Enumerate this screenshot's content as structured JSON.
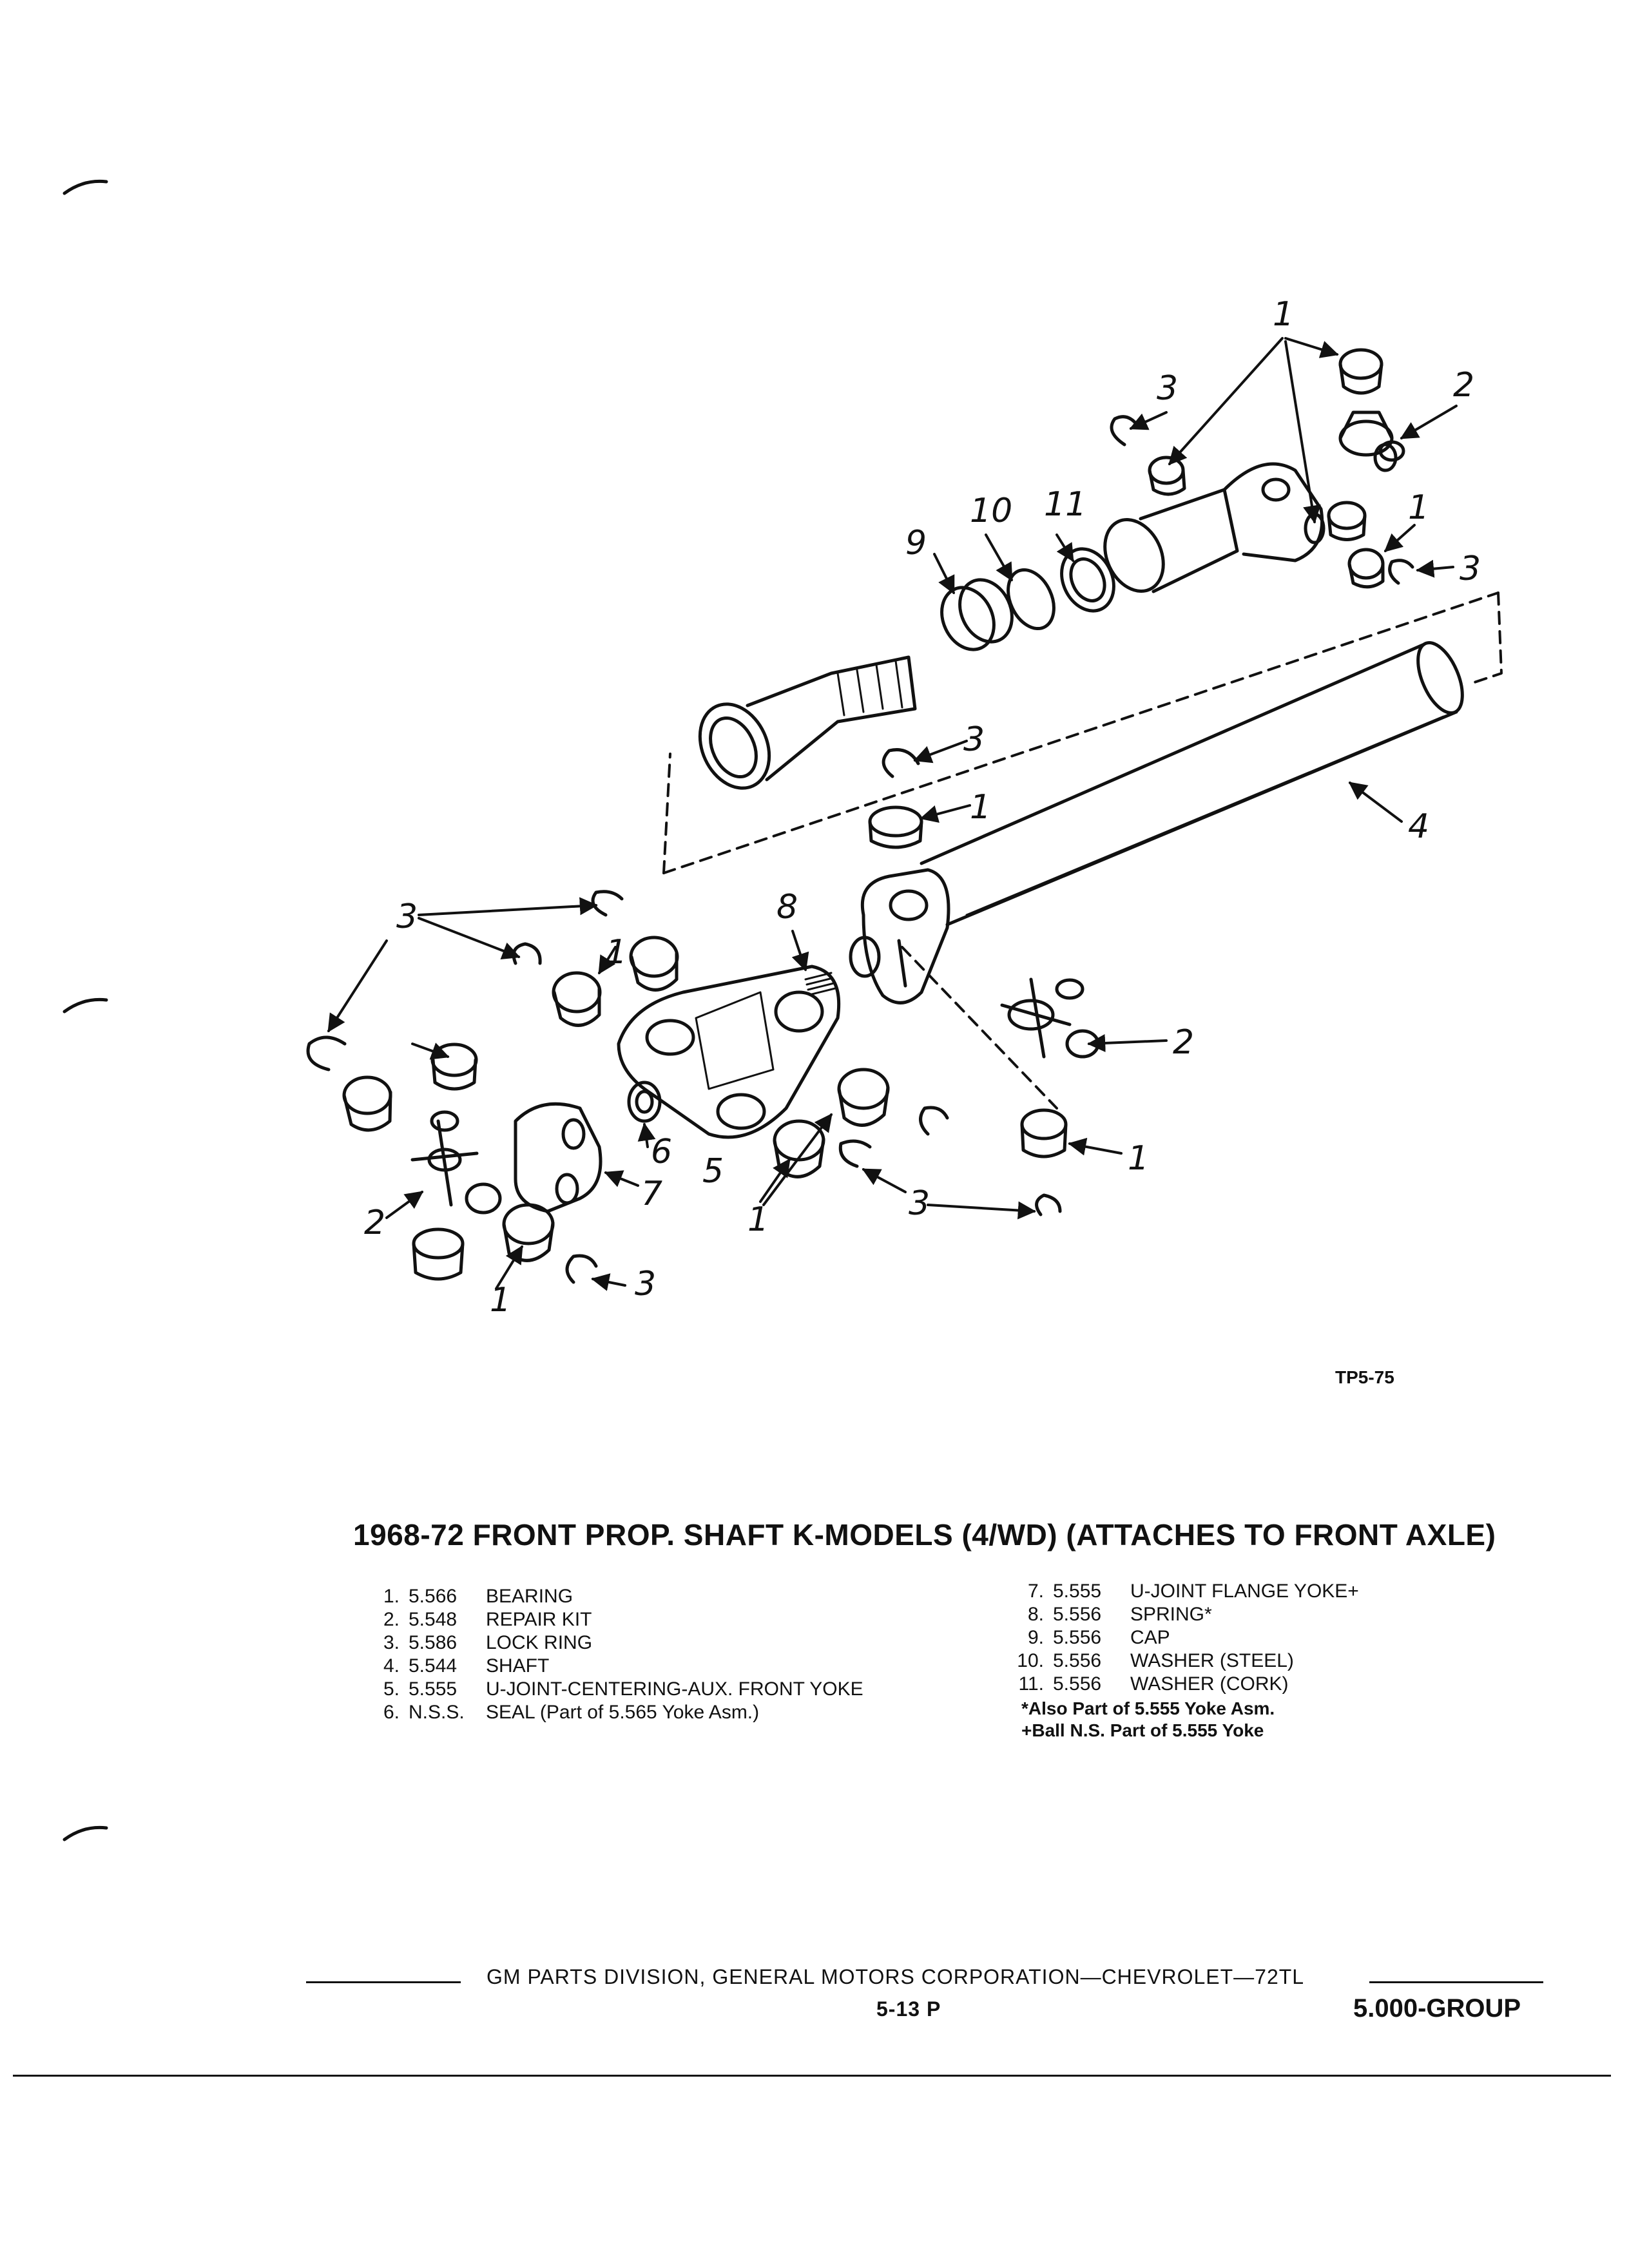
{
  "figure": {
    "id": "TP5-75",
    "callouts": [
      "1",
      "2",
      "3",
      "4",
      "5",
      "6",
      "7",
      "8",
      "9",
      "10",
      "11"
    ]
  },
  "title": "1968-72 FRONT PROP. SHAFT K-MODELS (4/WD) (ATTACHES TO FRONT AXLE)",
  "parts_left": [
    {
      "num": "1.",
      "ref": "5.566",
      "desc": "BEARING"
    },
    {
      "num": "2.",
      "ref": "5.548",
      "desc": "REPAIR KIT"
    },
    {
      "num": "3.",
      "ref": "5.586",
      "desc": "LOCK RING"
    },
    {
      "num": "4.",
      "ref": "5.544",
      "desc": "SHAFT"
    },
    {
      "num": "5.",
      "ref": "5.555",
      "desc": "U-JOINT-CENTERING-AUX. FRONT YOKE"
    },
    {
      "num": "6.",
      "ref": "N.S.S.",
      "desc": "SEAL (Part of 5.565 Yoke Asm.)"
    }
  ],
  "parts_right": [
    {
      "num": "7.",
      "ref": "5.555",
      "desc": "U-JOINT FLANGE YOKE+"
    },
    {
      "num": "8.",
      "ref": "5.556",
      "desc": "SPRING*"
    },
    {
      "num": "9.",
      "ref": "5.556",
      "desc": "CAP"
    },
    {
      "num": "10.",
      "ref": "5.556",
      "desc": "WASHER (STEEL)"
    },
    {
      "num": "11.",
      "ref": "5.556",
      "desc": "WASHER (CORK)"
    }
  ],
  "notes": [
    "*Also Part of 5.555 Yoke Asm.",
    "+Ball N.S. Part of 5.555 Yoke"
  ],
  "footer": {
    "line": "GM PARTS DIVISION, GENERAL MOTORS CORPORATION—CHEVROLET—72TL",
    "page": "5-13 P",
    "group": "5.000-GROUP"
  }
}
